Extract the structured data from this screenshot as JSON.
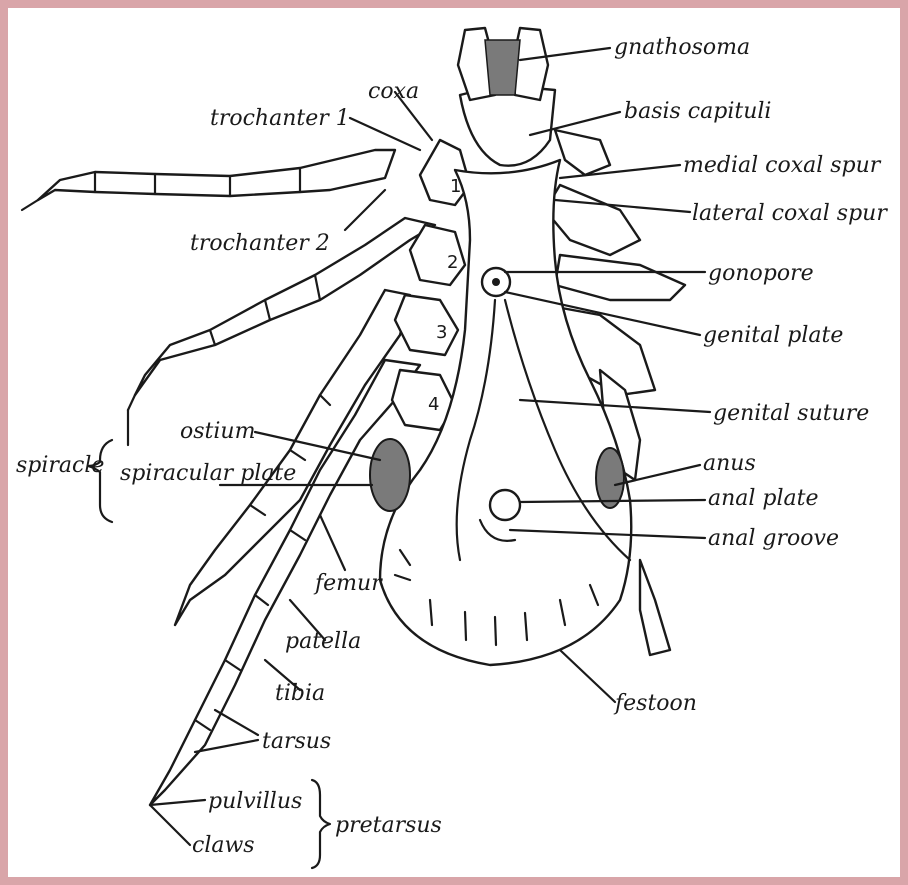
{
  "labels": {
    "gnathosoma": "gnathosoma",
    "basis_capituli": "basis capituli",
    "coxa": "coxa",
    "trochanter_1": "trochanter 1",
    "trochanter_2": "trochanter 2",
    "medial_coxal_spur": "medial coxal spur",
    "lateral_coxal_spur": "lateral coxal spur",
    "gonopore": "gonopore",
    "genital_plate": "genital plate",
    "genital_suture": "genital suture",
    "ostium": "ostium",
    "spiracle": "spiracle",
    "spiracular_plate": "spiracular plate",
    "anus": "anus",
    "anal_plate": "anal plate",
    "anal_groove": "anal groove",
    "femur": "femur",
    "patella": "patella",
    "tibia": "tibia",
    "tarsus": "tarsus",
    "festoon": "festoon",
    "pulvillus": "pulvillus",
    "claws": "claws",
    "pretarsus": "pretarsus"
  },
  "coxa_numbers": [
    "1",
    "2",
    "3",
    "4"
  ],
  "colors": {
    "frame": "#d9a5a9",
    "ink": "#1a1a1a",
    "shading": "#7a7a7a"
  }
}
